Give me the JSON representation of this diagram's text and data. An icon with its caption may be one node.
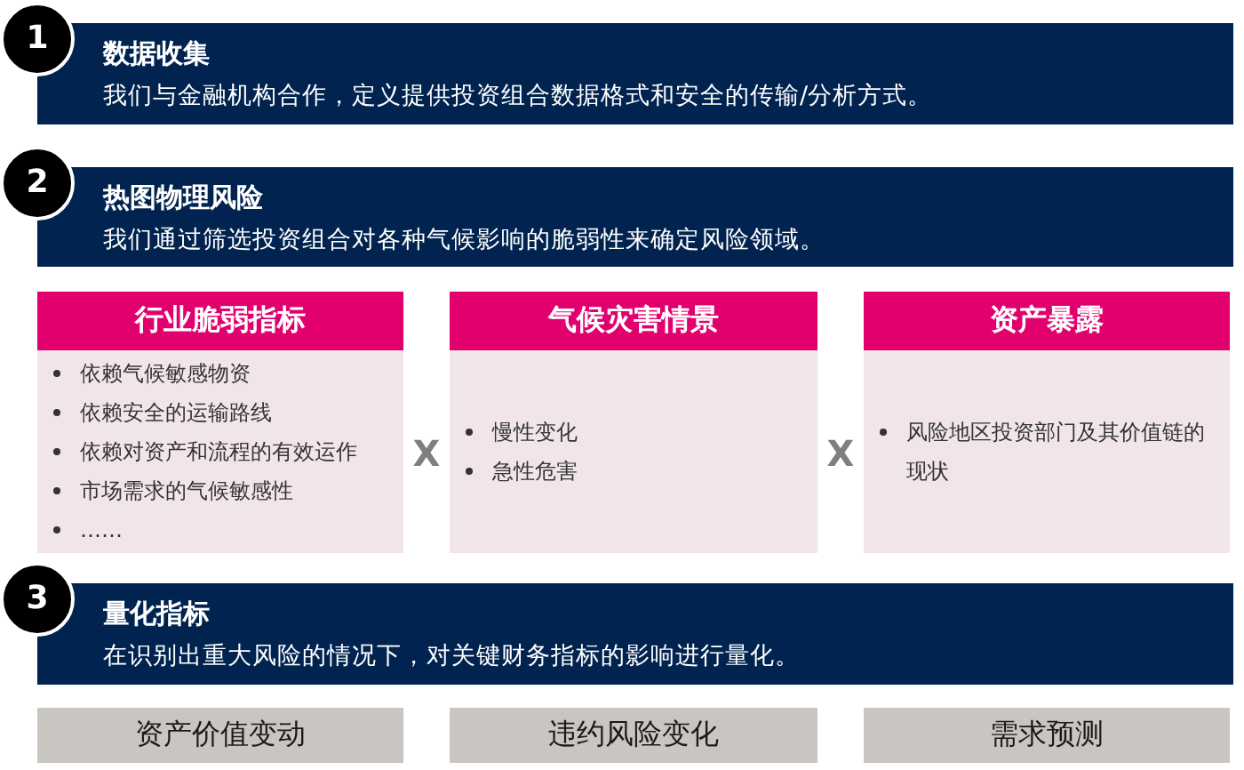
{
  "diagram": {
    "nodes": [
      {
        "text": [
          "1"
        ]
      },
      {
        "text": [
          "数据收集",
          "我们与金融机构合作，定义提供投资组合数据格式和安全的传输/分析方式。"
        ]
      },
      {
        "text": [
          "2"
        ]
      },
      {
        "text": [
          "热图物理风险",
          "我们通过筛选投资组合对各种气候影响的脆弱性来确定风险领域。"
        ]
      },
      {
        "text": [
          "行业脆弱指标",
          "依赖气候敏感物资",
          "依赖安全的运输路线",
          "依赖对资产和流程的有效运作",
          "市场需求的气候敏感性",
          "……"
        ]
      },
      {
        "text": [
          "气候灾害情景",
          "慢性变化",
          "急性危害"
        ]
      },
      {
        "text": [
          "资产暴露",
          "风险地区投资部门及其价值链的现状"
        ]
      },
      {
        "text": [
          "3"
        ]
      },
      {
        "text": [
          "量化指标",
          "在识别出重大风险的情况下，对关键财务指标的影响进行量化。"
        ]
      },
      {
        "text": [
          "资产价值变动"
        ]
      },
      {
        "text": [
          "违约风险变化"
        ]
      },
      {
        "text": [
          "需求预测"
        ]
      }
    ],
    "labels": [
      "X",
      "X"
    ]
  }
}
